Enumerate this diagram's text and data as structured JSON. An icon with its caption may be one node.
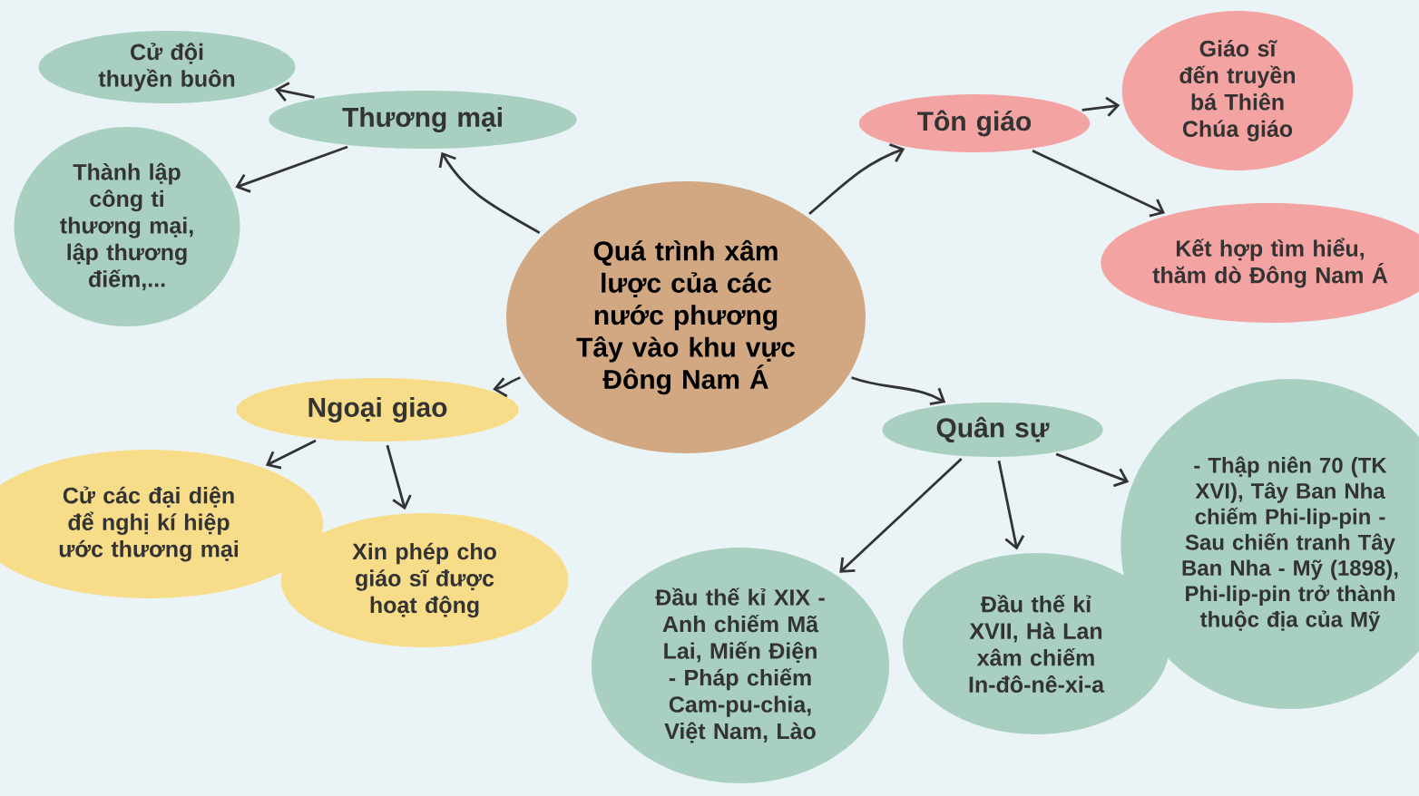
{
  "diagram": {
    "nodes": [
      {
        "text": [
          "Quá trình xâm lược của các nước phương Tây vào khu vực Đông Nam Á"
        ]
      },
      {
        "text": [
          "Thương mại"
        ]
      },
      {
        "text": [
          "Cử đội thuyền buôn"
        ]
      },
      {
        "text": [
          "Thành lập công ti thương mại, lập thương điếm,..."
        ]
      },
      {
        "text": [
          "Tôn giáo"
        ]
      },
      {
        "text": [
          "Giáo sĩ đến truyền bá Thiên Chúa giáo"
        ]
      },
      {
        "text": [
          "Kết hợp tìm hiểu, thăm dò Đông Nam Á"
        ]
      },
      {
        "text": [
          "Ngoại giao"
        ]
      },
      {
        "text": [
          "Cử các đại diện để nghị kí hiệp ước thương mại"
        ]
      },
      {
        "text": [
          "Xin phép cho giáo sĩ được hoạt động"
        ]
      },
      {
        "text": [
          "Quân sự"
        ]
      },
      {
        "text": [
          "Đầu thế kỉ XIX - Anh chiếm Mã Lai, Miến Điện - Pháp chiếm Cam-pu-chia, Việt Nam, Lào"
        ]
      },
      {
        "text": [
          "Đầu thế kỉ XVII, Hà Lan xâm chiếm In-đô-nê-xi-a"
        ]
      },
      {
        "text": [
          "- Thập niên 70 (TK XVI), Tây Ban Nha chiếm Phi-lip-pin - Sau chiến tranh Tây Ban Nha - Mỹ (1898), Phi-lip-pin trở thành thuộc địa của Mỹ"
        ]
      }
    ],
    "edges": [
      {
        "from": 0,
        "to": 1,
        "arrow": "to"
      },
      {
        "from": 0,
        "to": 4,
        "arrow": "to"
      },
      {
        "from": 0,
        "to": 7,
        "arrow": "to"
      },
      {
        "from": 0,
        "to": 10,
        "arrow": "to"
      },
      {
        "from": 1,
        "to": 2,
        "arrow": "to"
      },
      {
        "from": 1,
        "to": 3,
        "arrow": "to"
      },
      {
        "from": 4,
        "to": 5,
        "arrow": "to"
      },
      {
        "from": 4,
        "to": 6,
        "arrow": "to"
      },
      {
        "from": 7,
        "to": 8,
        "arrow": "to"
      },
      {
        "from": 7,
        "to": 9,
        "arrow": "to"
      },
      {
        "from": 10,
        "to": 11,
        "arrow": "to"
      },
      {
        "from": 10,
        "to": 12,
        "arrow": "to"
      },
      {
        "from": 10,
        "to": 13,
        "arrow": "to"
      }
    ]
  }
}
